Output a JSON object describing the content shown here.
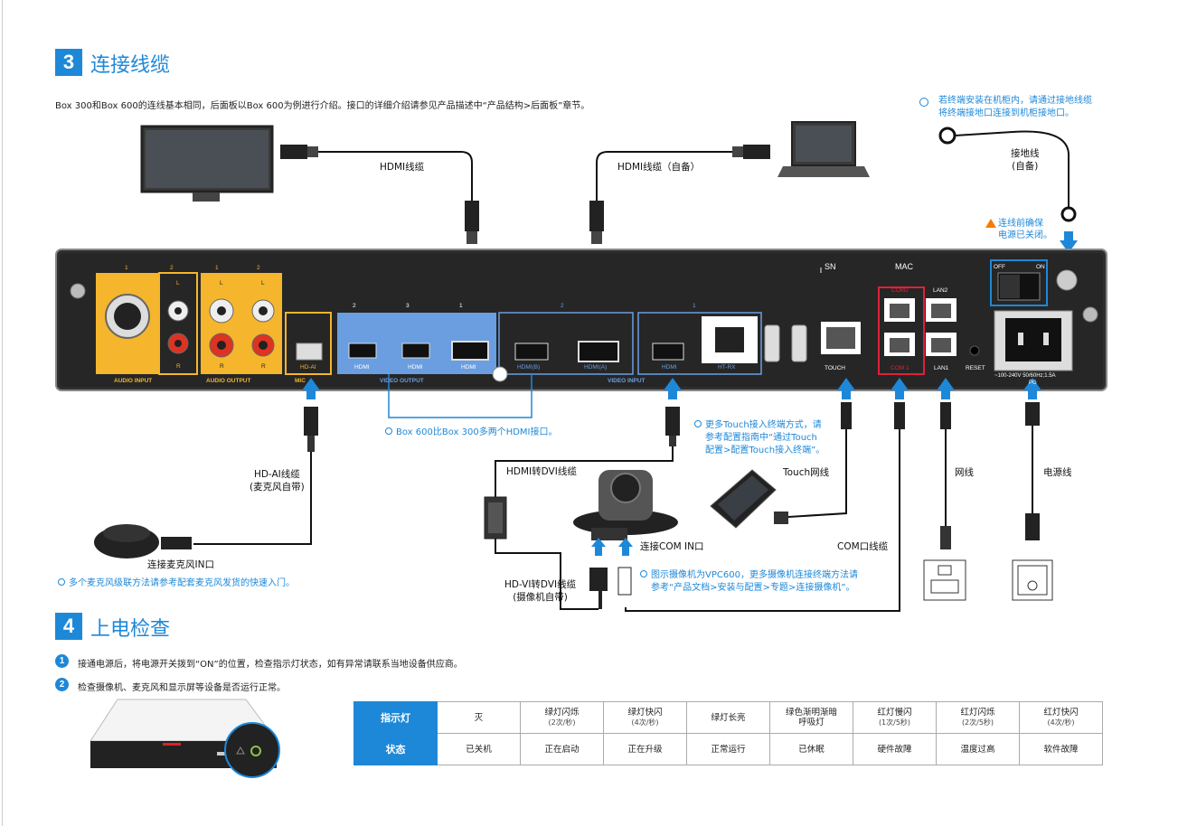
{
  "section3": {
    "number": "3",
    "title": "连接线缆"
  },
  "intro": "Box 300和Box 600的连线基本相同，后面板以Box 600为例进行介绍。接口的详细介绍请参见产品描述中“产品结构>后面板”章节。",
  "ground_note": [
    "若终端安装在机柜内，请通过接地线缆",
    "将终端接地口连接到机柜接地口。"
  ],
  "cable_labels": {
    "hdmi1": "HDMI线缆",
    "hdmi2": "HDMI线缆（自备）",
    "ground": [
      "接地线",
      "(自备)"
    ],
    "hdai": [
      "HD-AI线缆",
      "(麦克风自带)"
    ],
    "hdmi_dvi": "HDMI转DVI线缆",
    "hdvi_dvi": [
      "HD-VI转DVI线缆",
      "(摄像机自带)"
    ],
    "touch": "Touch网线",
    "net": "网线",
    "power": "电源线",
    "com": "COM口线缆",
    "mic_in": "连接麦克风IN口",
    "com_in": "连接COM IN口"
  },
  "warning": [
    "连线前确保",
    "电源已关闭。"
  ],
  "notes": {
    "box600": "Box 600比Box 300多两个HDMI接口。",
    "touch": [
      "更多Touch接入终端方式，请",
      "参考配置指南中“通过Touch",
      "配置>配置Touch接入终端”。"
    ],
    "camera": [
      "图示摄像机为VPC600，更多摄像机连接终端方法请",
      "参考“产品文档>安装与配置>专题>连接摄像机”。"
    ],
    "mic": "多个麦克风级联方法请参考配套麦克风发货的快速入门。"
  },
  "panel": {
    "audio_input": "AUDIO  INPUT",
    "audio_output": "AUDIO  OUTPUT",
    "video_output": "VIDEO  OUTPUT",
    "video_input": "VIDEO  INPUT",
    "mic": "MIC",
    "hdai": "HD-AI",
    "hdmi": "HDMI",
    "hdmi_b": "HDMI(B)",
    "hdmi_a": "HDMI(A)",
    "ht_rx": "HT-RX",
    "touch": "TOUCH",
    "sn": "SN",
    "mac": "MAC",
    "com1": "COM 1",
    "com2": "COM2",
    "lan1": "LAN1",
    "lan2": "LAN2",
    "reset": "RESET",
    "off": "OFF",
    "on": "ON",
    "l": "L",
    "r": "R",
    "n1": "1",
    "n2": "2",
    "n3": "3",
    "power_rating": "~100-240V  50/60Hz;1.5A",
    "pg": "PG"
  },
  "section4": {
    "number": "4",
    "title": "上电检查"
  },
  "steps": [
    {
      "num": "1",
      "text": "接通电源后，将电源开关拨到“ON”的位置，检查指示灯状态，如有异常请联系当地设备供应商。"
    },
    {
      "num": "2",
      "text": "检查摄像机、麦克风和显示屏等设备是否运行正常。"
    }
  ],
  "status_table": {
    "row1_header": "指示灯",
    "row2_header": "状态",
    "indicators": [
      {
        "main": "灭",
        "sub": ""
      },
      {
        "main": "绿灯闪烁",
        "sub": "(2次/秒)"
      },
      {
        "main": "绿灯快闪",
        "sub": "(4次/秒)"
      },
      {
        "main": "绿灯长亮",
        "sub": ""
      },
      {
        "main": "绿色渐明渐暗",
        "sub": "呼吸灯"
      },
      {
        "main": "红灯慢闪",
        "sub": "(1次/5秒)"
      },
      {
        "main": "红灯闪烁",
        "sub": "(2次/5秒)"
      },
      {
        "main": "红灯快闪",
        "sub": "(4次/秒)"
      }
    ],
    "states": [
      "已关机",
      "正在启动",
      "正在升级",
      "正常运行",
      "已休眠",
      "硬件故障",
      "温度过高",
      "软件故障"
    ]
  },
  "colors": {
    "accent": "#1e88d8",
    "audio_in": "#f5b52c",
    "video": "#6a9ee0",
    "panel": "#2b2b2b",
    "com": "#e0203a"
  }
}
